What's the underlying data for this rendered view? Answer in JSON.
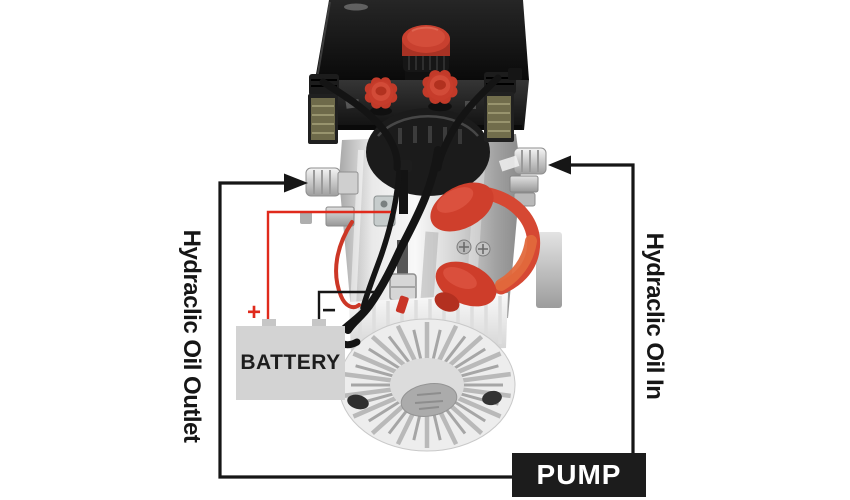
{
  "figure": {
    "name": "hydraulic-power-unit-photo",
    "description": "12V DC hydraulic power unit: black steel reservoir on top, valve manifold with red star knobs and red fill cap, two side solenoid coils, chrome pump block with red battery-terminal boots and cable loop, white DC motor with radial finned end cap"
  },
  "labels": {
    "left": "Hydraclic Oil Outlet",
    "right": "Hydraclic Oil In"
  },
  "battery": {
    "label": "BATTERY",
    "positive": "+",
    "negative": "−"
  },
  "pump_tag": {
    "label": "PUMP"
  },
  "icons": {
    "arrow_to_outlet_port": "solid right-pointing triangle",
    "arrow_to_inlet_port": "solid left-pointing triangle"
  },
  "theme": {
    "bg": "#ffffff",
    "ink": "#161616",
    "red": "#e02a1c",
    "battery_bg": "#d3d3d3",
    "battery_ink": "#1d1d1d",
    "pump_bg": "#1c1c1c",
    "pump_ink": "#ffffff",
    "photo_red": "#cf4231",
    "photo_orange": "#e2693c",
    "photo_chrome": "#d9d9d9",
    "photo_black": "#111111"
  }
}
